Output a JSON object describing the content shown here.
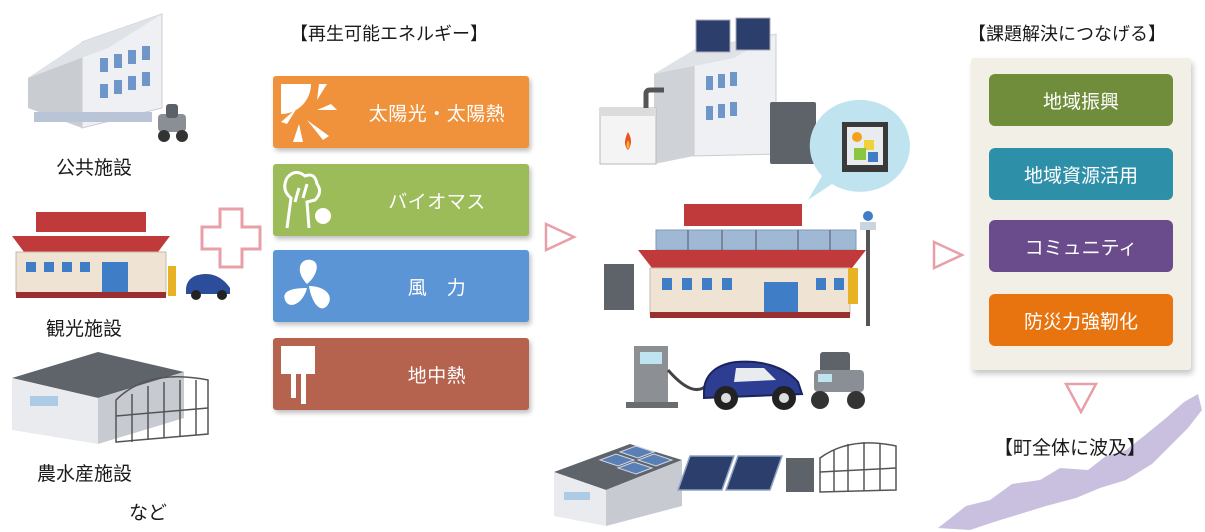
{
  "left_labels": {
    "public": "公共施設",
    "tourism": "観光施設",
    "agri": "農水産施設",
    "etc": "など"
  },
  "renewable": {
    "title": "【再生可能エネルギー】",
    "items": [
      {
        "label": "太陽光・太陽熱",
        "color": "#f0923b",
        "icon": "sun-icon"
      },
      {
        "label": "バイオマス",
        "color": "#9cbb59",
        "icon": "tree-icon"
      },
      {
        "label": "風　力",
        "color": "#5b95d5",
        "icon": "fan-icon"
      },
      {
        "label": "地中熱",
        "color": "#b5624e",
        "icon": "geothermal-pipe-icon"
      }
    ]
  },
  "issues": {
    "title": "【課題解決につなげる】",
    "items": [
      {
        "label": "地域振興",
        "color": "#6f8d3a"
      },
      {
        "label": "地域資源活用",
        "color": "#2e8fa9"
      },
      {
        "label": "コミュニティ",
        "color": "#6a4c8c"
      },
      {
        "label": "防災力強靭化",
        "color": "#e7740f"
      }
    ]
  },
  "spread": "【町全体に波及】",
  "colors": {
    "arrow": "#e8a0a8",
    "plus": "#e8a0a8",
    "panel": "#f1efe6"
  }
}
